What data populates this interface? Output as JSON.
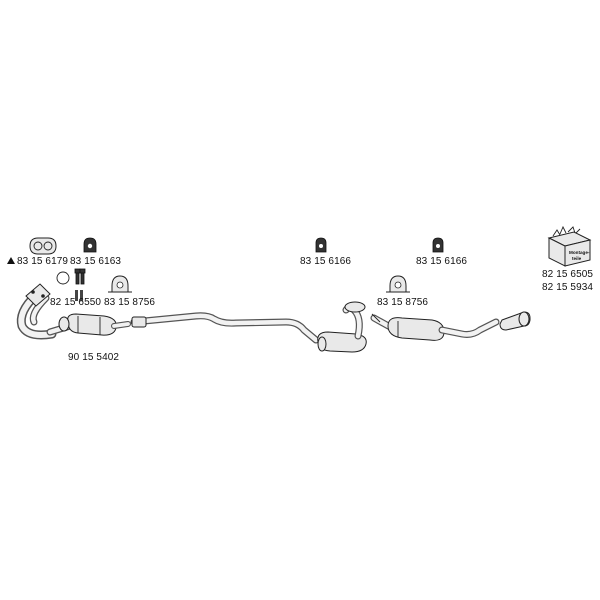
{
  "parts": {
    "gasket_1": "83 15 6179",
    "hanger_front": "83 15 6163",
    "bolts": "82 15 6550",
    "clamp_1": "83 15  8756",
    "front_pipe": "90 15 5402",
    "hanger_mid": "83 15 6166",
    "hanger_rear": "83 15 6166",
    "clamp_2": "83 15  8756",
    "kit_1": "82 15 6505",
    "kit_2": "82 15 5934"
  },
  "kit_box_text": "Montage-teile",
  "colors": {
    "outline": "#222222",
    "pipe_body": "#e9e9e9",
    "text": "#111111"
  }
}
